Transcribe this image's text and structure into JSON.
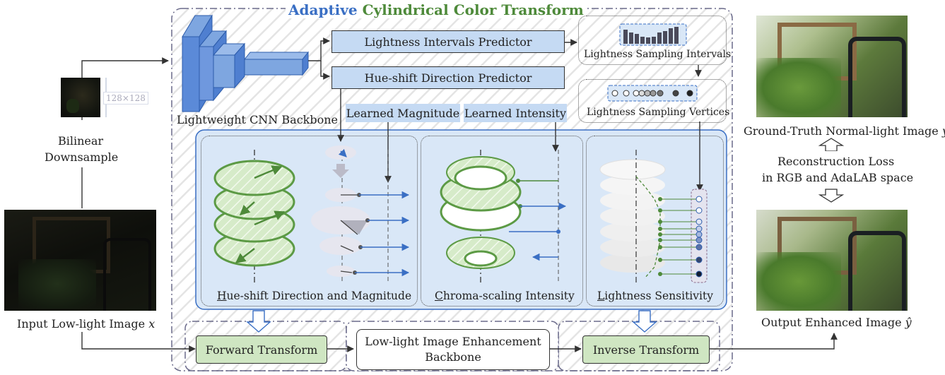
{
  "title": {
    "part1": "Adaptive",
    "part2": "Cylindrical Color Transform"
  },
  "colors": {
    "blue": "#3a6fc4",
    "green": "#4e8a3a",
    "box_blue": "#c5daf3",
    "box_green": "#cfe6c2"
  },
  "backbone_label": "Lightweight CNN Backbone",
  "predictors": {
    "intervals": "Lightness Intervals Predictor",
    "hue": "Hue-shift Direction Predictor"
  },
  "sampling": {
    "intervals": "Lightness Sampling Intervals",
    "vertices": "Lightness Sampling Vertices"
  },
  "learned": {
    "magnitude": "Learned Magnitude",
    "intensity": "Learned Intensity"
  },
  "panels": {
    "hue": {
      "first": "H",
      "rest": "ue-shift Direction and Magnitude"
    },
    "chroma": {
      "first": "C",
      "rest": "hroma-scaling Intensity"
    },
    "lightness": {
      "first": "L",
      "rest": "ightness Sensitivity"
    }
  },
  "left": {
    "size_label": "128×128",
    "downsample": [
      "Bilinear",
      "Downsample"
    ],
    "input_label": "Input Low-light Image",
    "input_var": "x"
  },
  "bottom": {
    "forward": "Forward Transform",
    "backbone": [
      "Low-light Image Enhancement",
      "Backbone"
    ],
    "inverse": "Inverse Transform"
  },
  "right": {
    "gt_label": "Ground-Truth Normal-light Image",
    "gt_var": "y",
    "loss": [
      "Reconstruction Loss",
      "in RGB and AdaLAB space"
    ],
    "output_label": "Output Enhanced Image",
    "output_var": "ŷ"
  }
}
